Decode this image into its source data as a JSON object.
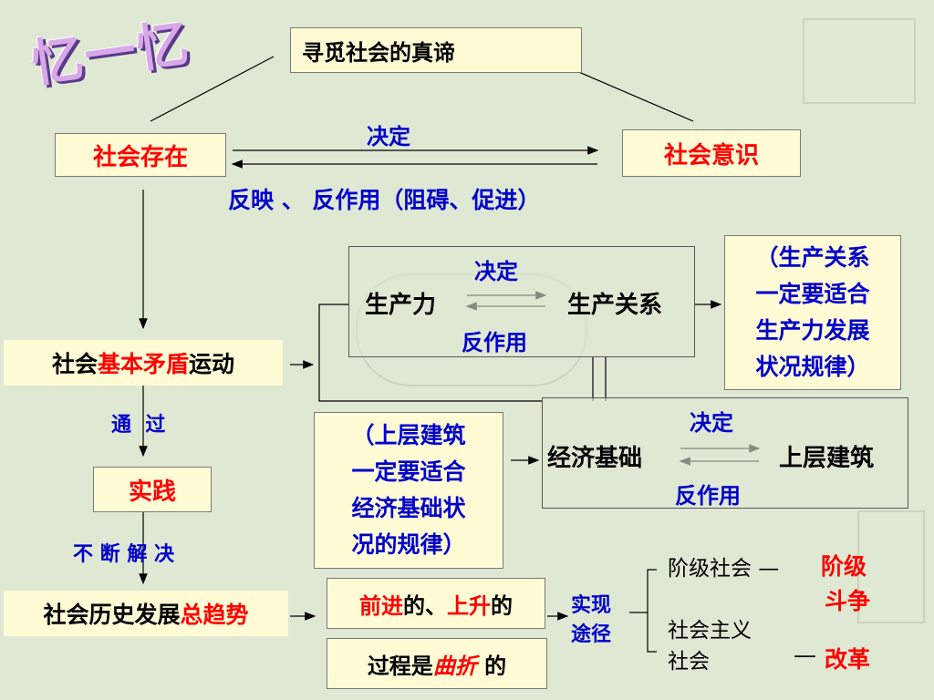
{
  "title_art": "忆一忆",
  "top_box": "寻觅社会的真谛",
  "existence": "社会存在",
  "consciousness": "社会意识",
  "decide_1": "决定",
  "reflect_line": "反映 、 反作用（阻碍、促进）",
  "prod_frame": {
    "decide": "决定",
    "forces": "生产力",
    "relations": "生产关系",
    "react": "反作用"
  },
  "law1": [
    "（生产关系",
    "一定要适合",
    "生产力发展",
    "状况规律）"
  ],
  "basic_contradiction": {
    "pre": "社会",
    "highlight": "基本矛盾",
    "post": "运动"
  },
  "econ_frame": {
    "decide": "决定",
    "base": "经济基础",
    "superstructure": "上层建筑",
    "react": "反作用"
  },
  "law2": [
    "（上层建筑",
    "一定要适合",
    "经济基础状",
    "况的规律）"
  ],
  "through": "通  过",
  "practice": "实践",
  "resolve": "不 断 解 决",
  "trend": {
    "pre": "社会历史发展",
    "highlight": "总趋势"
  },
  "progress": {
    "a": "前进",
    "b": "的、",
    "c": "上升",
    "d": "的"
  },
  "process": {
    "pre": "过程是",
    "highlight": "曲折",
    "post": " 的"
  },
  "realize": [
    "实现",
    "途径"
  ],
  "class_society": "阶级社会 —",
  "class_struggle": [
    "阶级",
    "斗争"
  ],
  "socialist": [
    "社会主义",
    "社会"
  ],
  "reform_dash": "—",
  "reform": "改革",
  "colors": {
    "background": "#dfe8d3",
    "box": "#fffbd5",
    "red": "#ff0000",
    "blue": "#0000cc"
  }
}
